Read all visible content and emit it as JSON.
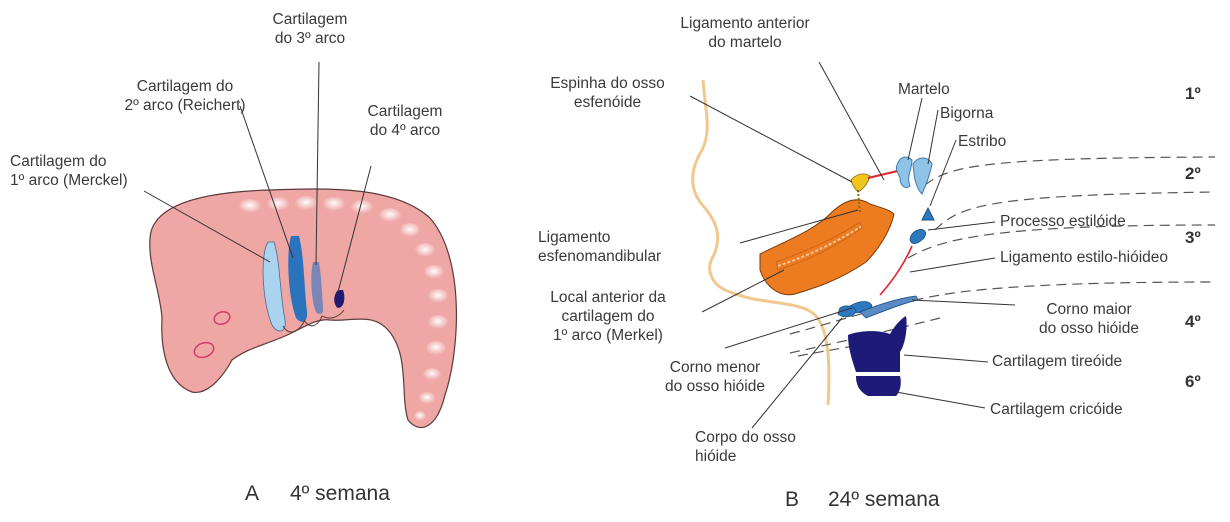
{
  "panel_a": {
    "caption_letter": "A",
    "caption_text": "4º semana",
    "labels": {
      "arch3": "Cartilagem\ndo 3º arco",
      "arch2": "Cartilagem do\n2º arco (Reichert)",
      "arch4": "Cartilagem\ndo 4º arco",
      "arch1": "Cartilagem do\n1º arco (Merckel)"
    }
  },
  "panel_b": {
    "caption_letter": "B",
    "caption_text": "24º semana",
    "labels": {
      "lig_ant_martelo": "Ligamento anterior\ndo martelo",
      "espinha": "Espinha do osso\nesfenóide",
      "martelo": "Martelo",
      "bigorna": "Bigorna",
      "estribo": "Estribo",
      "lig_esfeno": "Ligamento\nesfenomandibular",
      "processo": "Processo estilóide",
      "lig_estilo": "Ligamento estilo-hióideo",
      "local_ant": "Local anterior da\ncartilagem do\n1º arco (Merkel)",
      "corno_maior": "Corno maior\ndo osso hióide",
      "corno_menor": "Corno menor\ndo osso hióide",
      "tireoide": "Cartilagem tireóide",
      "cricoide": "Cartilagem cricóide",
      "corpo": "Corpo do osso\nhióide"
    },
    "arch_numbers": [
      "1º",
      "2º",
      "3º",
      "4º",
      "6º"
    ]
  },
  "colors": {
    "embryo_pink": "#eea7a4",
    "mandible_orange": "#ec7c1f",
    "light_blue": "#8fc3e8",
    "mid_blue": "#2d78be",
    "dark_navy": "#1d1a78",
    "ligament_red": "#e0232c",
    "face_outline": "#f0c88f"
  }
}
